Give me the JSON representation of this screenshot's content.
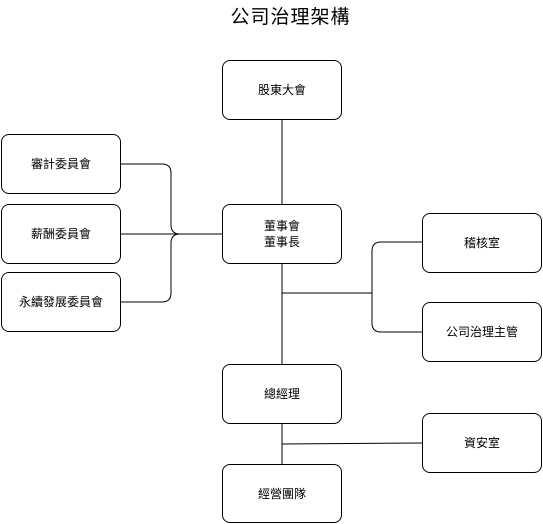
{
  "title": "公司治理架構",
  "nodes": {
    "shareholders": "股東大會",
    "board": "董事會",
    "chairman": "董事長",
    "audit_committee": "審計委員會",
    "remuneration_committee": "薪酬委員會",
    "sustainability_committee": "永續發展委員會",
    "internal_audit": "稽核室",
    "governance_officer": "公司治理主管",
    "general_manager": "總經理",
    "info_security": "資安室",
    "management_team": "經營團隊"
  }
}
